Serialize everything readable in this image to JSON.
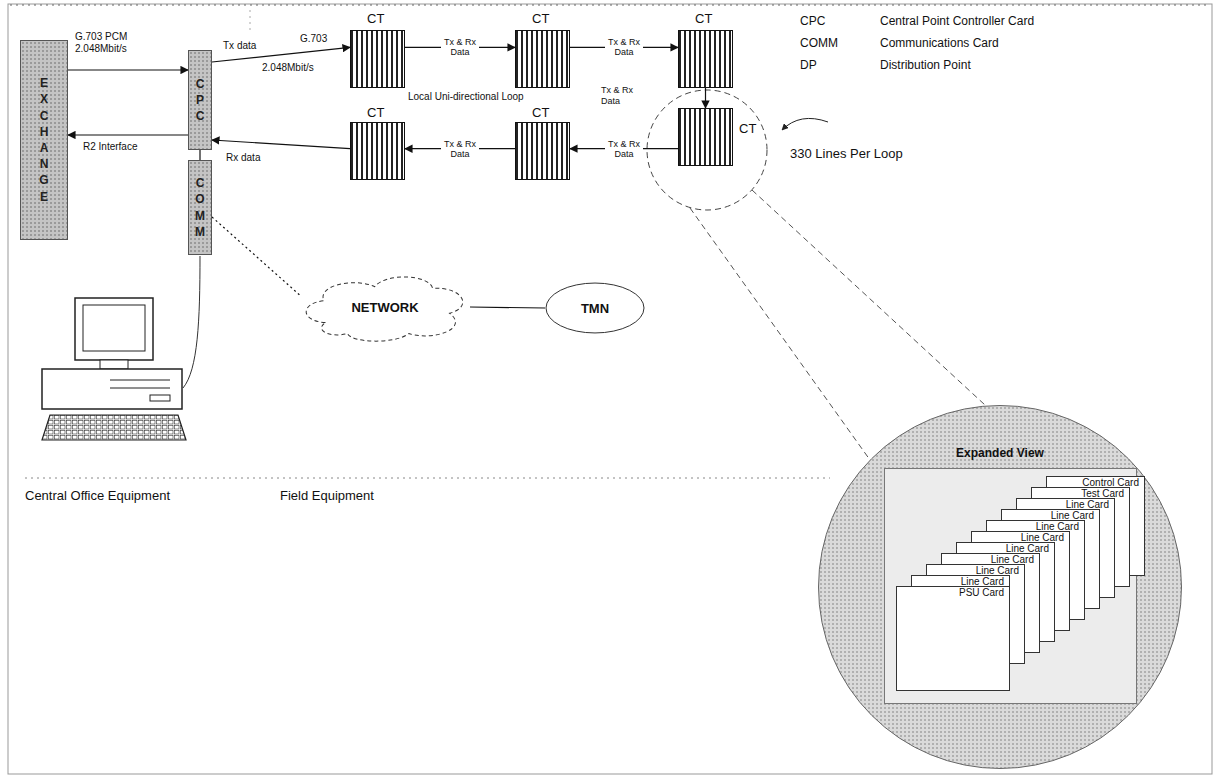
{
  "diagram": {
    "nodes": [
      {
        "text": [
          "EXCHANGE"
        ]
      },
      {
        "text": [
          "CPC"
        ]
      },
      {
        "text": [
          "COMM"
        ]
      },
      {
        "text": [
          "CT"
        ]
      },
      {
        "text": [
          "CT"
        ]
      },
      {
        "text": [
          "CT"
        ]
      },
      {
        "text": [
          "CT"
        ]
      },
      {
        "text": [
          "CT"
        ]
      },
      {
        "text": [
          "CT"
        ]
      },
      {
        "text": [
          "NETWORK"
        ]
      },
      {
        "text": [
          "TMN"
        ]
      },
      {
        "text": [
          "Expanded View"
        ]
      },
      {
        "text": [
          "Control Card"
        ],
        "in": 11
      },
      {
        "text": [
          "Test Card"
        ],
        "in": 11
      },
      {
        "text": [
          "Line Card"
        ],
        "in": 11
      },
      {
        "text": [
          "Line Card"
        ],
        "in": 11
      },
      {
        "text": [
          "Line Card"
        ],
        "in": 11
      },
      {
        "text": [
          "Line Card"
        ],
        "in": 11
      },
      {
        "text": [
          "Line Card"
        ],
        "in": 11
      },
      {
        "text": [
          "Line Card"
        ],
        "in": 11
      },
      {
        "text": [
          "Line Card"
        ],
        "in": 11
      },
      {
        "text": [
          "Line Card"
        ],
        "in": 11
      },
      {
        "text": [
          "PSU Card"
        ],
        "in": 11
      }
    ],
    "edges": [
      {
        "from": 0,
        "to": 1,
        "arrow": "to",
        "label": "G.703 PCM 2.048Mbit/s"
      },
      {
        "from": 1,
        "to": 0,
        "arrow": "to",
        "label": "R2 Interface"
      },
      {
        "from": 1,
        "to": 3,
        "arrow": "to",
        "label": "Tx data"
      },
      {
        "from": 3,
        "to": 4,
        "arrow": "to",
        "label": "Tx & Rx Data"
      },
      {
        "from": 4,
        "to": 5,
        "arrow": "to",
        "label": "Tx & Rx Data"
      },
      {
        "from": 5,
        "to": 6,
        "arrow": "to",
        "label": "Tx & Rx Data"
      },
      {
        "from": 6,
        "to": 7,
        "arrow": "to",
        "label": "Tx & Rx Data"
      },
      {
        "from": 7,
        "to": 8,
        "arrow": "to",
        "label": "Tx & Rx Data"
      },
      {
        "from": 8,
        "to": 1,
        "arrow": "to",
        "label": "Rx data"
      },
      {
        "from": 1,
        "to": 2,
        "arrow": "none"
      },
      {
        "from": 2,
        "to": 9,
        "arrow": "none"
      },
      {
        "from": 9,
        "to": 10,
        "arrow": "none"
      }
    ],
    "labels": [
      "CPC",
      "Central Point Controller Card",
      "COMM",
      "Communications Card",
      "DP",
      "Distribution Point",
      "G.703",
      "2.048Mbit/s",
      "Local Uni-directional Loop",
      "330 Lines Per Loop",
      "Central Office Equipment",
      "Field Equipment"
    ]
  }
}
